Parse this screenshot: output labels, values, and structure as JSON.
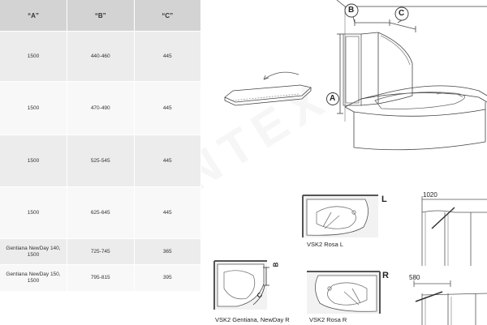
{
  "table": {
    "headers": [
      "“A”",
      "“B”",
      "“C”"
    ],
    "rows": [
      {
        "a": "1500",
        "b": "440-460",
        "c": "445"
      },
      {
        "a": "1500",
        "b": "470-490",
        "c": "445"
      },
      {
        "a": "1500",
        "b": "525-545",
        "c": "445"
      },
      {
        "a": "1500",
        "b": "625-645",
        "c": "445"
      },
      {
        "a": "Gentiana NewDay 140, 1500",
        "b": "725-745",
        "c": "365"
      },
      {
        "a": "Gentiana NewDay 150, 1500",
        "b": "795-815",
        "c": "395"
      }
    ]
  },
  "callouts": {
    "a": "A",
    "b": "B",
    "c": "C"
  },
  "side_labels": {
    "left": "L",
    "right": "R"
  },
  "dimensions": {
    "top": "1020",
    "bottom": "580"
  },
  "plan_labels": {
    "rosa_l": "VSK2 Rosa L",
    "rosa_r": "VSK2 Rosa R",
    "gentiana": "VSK2 Gentiana, NewDay R"
  },
  "plan_marks": {
    "b": "B",
    "c": "C"
  },
  "watermark": "SANTEХ"
}
